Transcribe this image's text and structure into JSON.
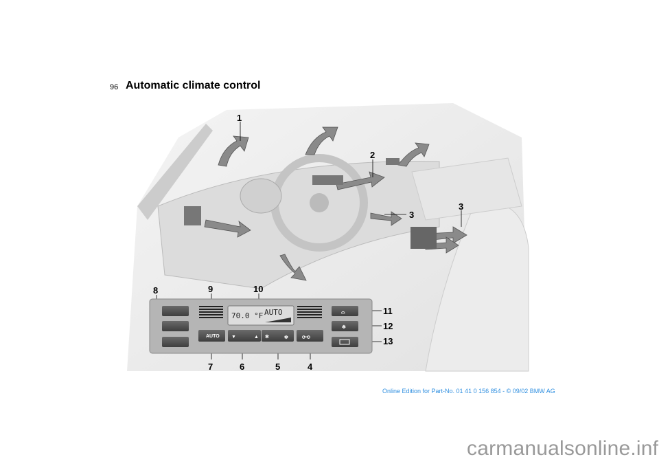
{
  "header": {
    "page_number": "96",
    "title": "Automatic climate control"
  },
  "illustration": {
    "callouts": [
      "1",
      "2",
      "3",
      "3",
      "8",
      "9",
      "10",
      "11",
      "12",
      "13",
      "7",
      "6",
      "5",
      "4"
    ],
    "panel": {
      "display_temperature": "70.0 °F",
      "display_mode": "AUTO",
      "auto_button_label": "AUTO"
    }
  },
  "footer": {
    "edition": "Online Edition for Part-No. 01 41 0 156 854 - © 09/02 BMW AG"
  },
  "watermark": "carmanualsonline.info"
}
